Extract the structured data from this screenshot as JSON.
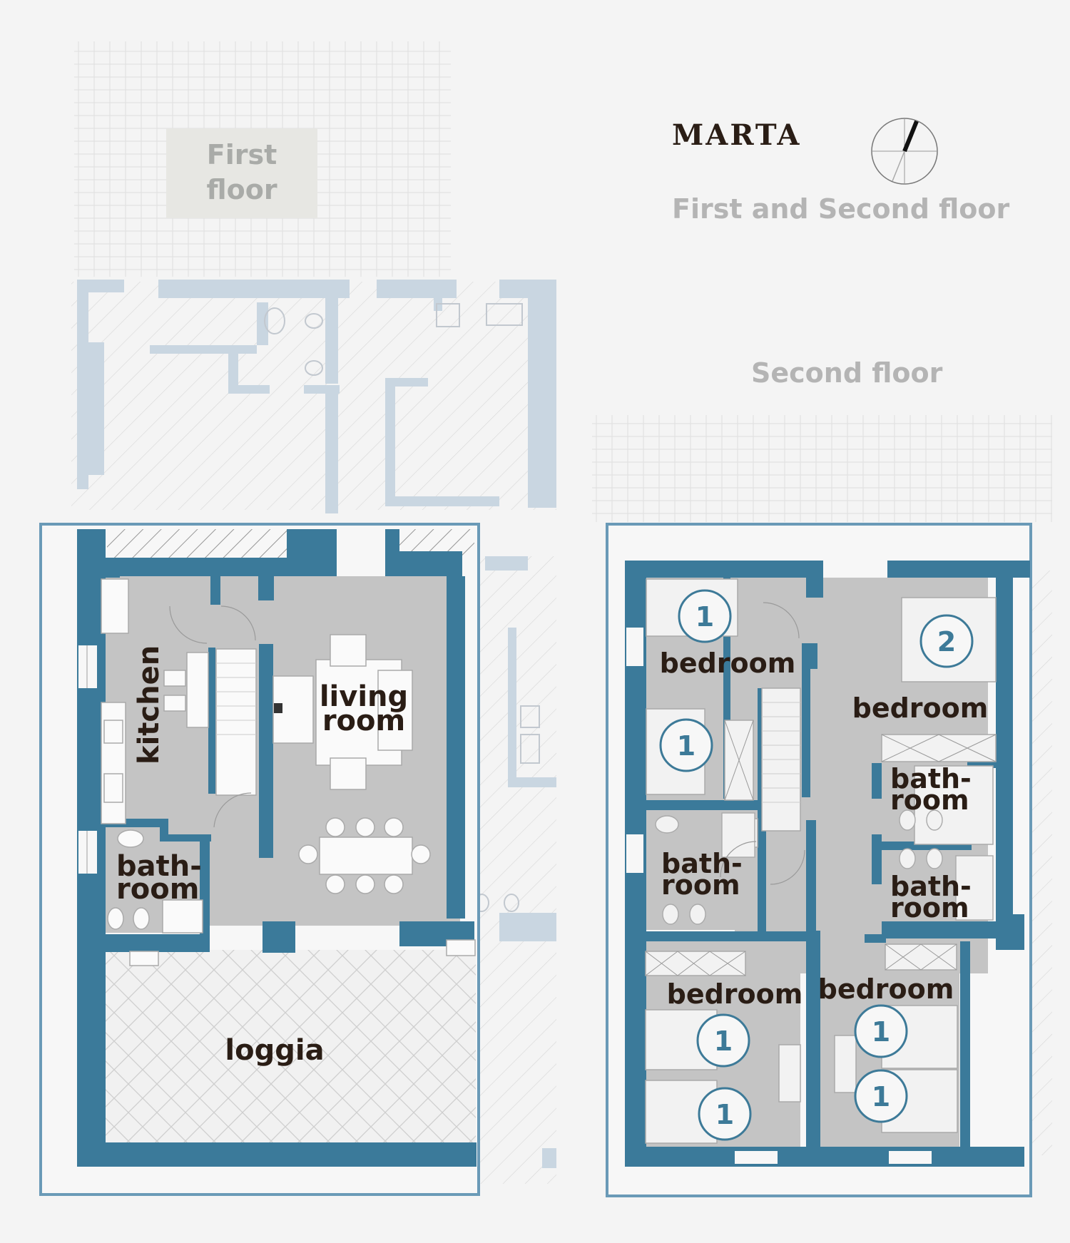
{
  "header": {
    "title": "MARTA",
    "subtitle": "First and Second floor",
    "second_floor_heading": "Second floor",
    "first_floor_tag": [
      "First",
      "floor"
    ]
  },
  "colors": {
    "wall": "#3b7a9a",
    "room": "#c3c3c3",
    "faded_wall": "#c9d6e1",
    "outline": "#6a9ab7",
    "text": "#2a1d15",
    "badge": "#3d7a98",
    "muted_text": "#b4b4b4"
  },
  "first_floor": {
    "rooms": {
      "kitchen": "kitchen",
      "living": [
        "living",
        "room"
      ],
      "bathroom": [
        "bath-",
        "room"
      ],
      "loggia": "loggia"
    }
  },
  "second_floor": {
    "rooms": {
      "bedroom_nw": "bedroom",
      "bedroom_ne": "bedroom",
      "bedroom_sw": "bedroom",
      "bedroom_se": "bedroom",
      "bath_west": [
        "bath-",
        "room"
      ],
      "bath_east_top": [
        "bath-",
        "room"
      ],
      "bath_east_bottom": [
        "bath-",
        "room"
      ]
    },
    "beds": [
      "1",
      "1",
      "2",
      "1",
      "1",
      "1",
      "1"
    ]
  }
}
